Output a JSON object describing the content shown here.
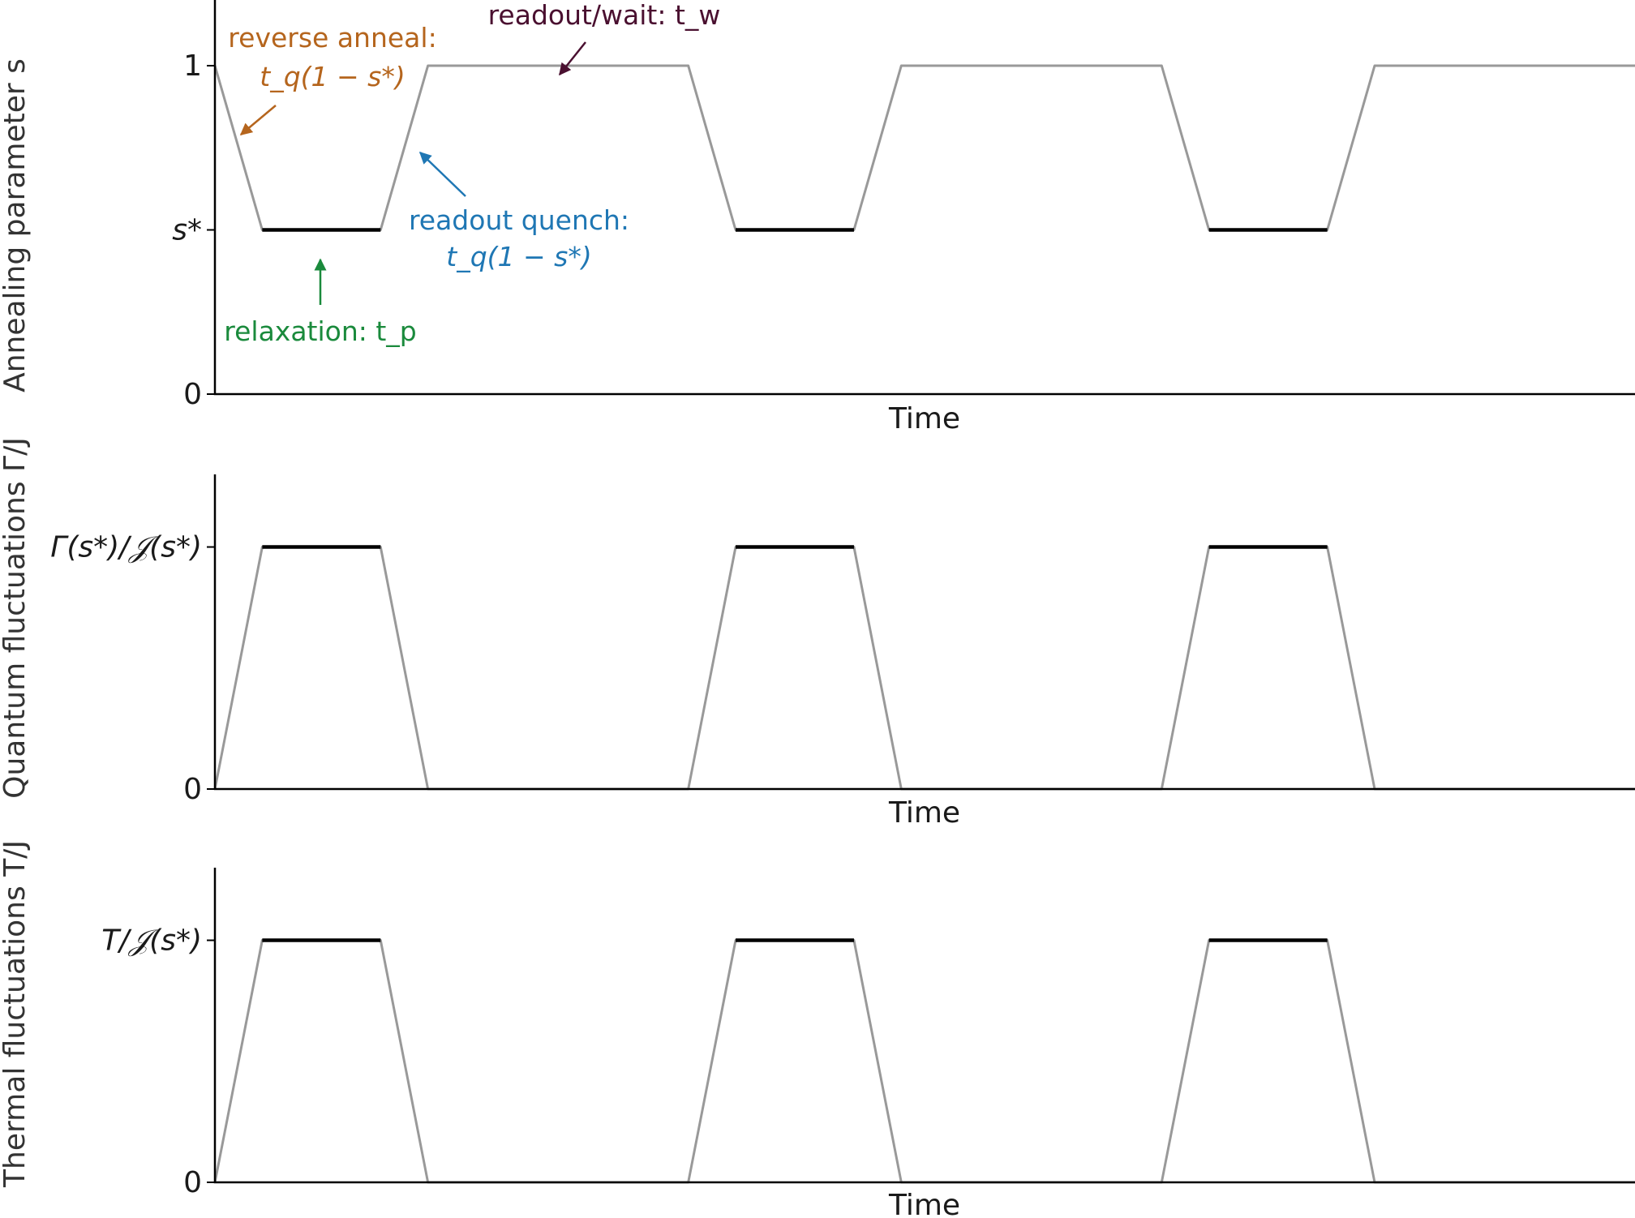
{
  "colors": {
    "ramp": "#999999",
    "hold": "#000000",
    "axis": "#000000",
    "reverse_anneal": "#b5651d",
    "readout_wait": "#4a1030",
    "readout_quench": "#1f77b4",
    "relaxation": "#1a8a3c"
  },
  "chart_data": [
    {
      "type": "line",
      "ylabel": "Annealing parameter s",
      "xlabel": "Time",
      "ylim": [
        0,
        1.2
      ],
      "xlim": [
        0,
        30
      ],
      "yticks": [
        {
          "value": 0,
          "label": "0"
        },
        {
          "value": 0.5,
          "label": "s*"
        },
        {
          "value": 1,
          "label": "1"
        }
      ],
      "ramp_segments": [
        {
          "x": [
            0,
            1,
            3.5,
            4.5,
            10,
            11,
            13.5,
            14.5,
            20,
            21,
            23.5,
            24.5,
            30
          ],
          "y": [
            1,
            0.5,
            0.5,
            1,
            1,
            0.5,
            0.5,
            1,
            1,
            0.5,
            0.5,
            1,
            1
          ]
        }
      ],
      "hold_segments": [
        {
          "x": [
            1,
            3.5
          ],
          "y": [
            0.5,
            0.5
          ]
        },
        {
          "x": [
            11,
            13.5
          ],
          "y": [
            0.5,
            0.5
          ]
        },
        {
          "x": [
            21,
            23.5
          ],
          "y": [
            0.5,
            0.5
          ]
        }
      ],
      "annotations": [
        {
          "id": "reverse-anneal",
          "color_key": "reverse_anneal",
          "lines": [
            "reverse anneal:",
            "t_q(1 − s*)"
          ]
        },
        {
          "id": "readout-wait",
          "color_key": "readout_wait",
          "lines": [
            "readout/wait: t_w"
          ]
        },
        {
          "id": "readout-quench",
          "color_key": "readout_quench",
          "lines": [
            "readout quench:",
            "t_q(1 − s*)"
          ]
        },
        {
          "id": "relaxation",
          "color_key": "relaxation",
          "lines": [
            "relaxation: t_p"
          ]
        }
      ]
    },
    {
      "type": "line",
      "ylabel": "Quantum fluctuations Γ/J",
      "xlabel": "Time",
      "ylim": [
        0,
        1.3
      ],
      "xlim": [
        0,
        30
      ],
      "yticks": [
        {
          "value": 0,
          "label": "0"
        },
        {
          "value": 1,
          "label": "Γ(s*)/𝒥(s*)"
        }
      ],
      "ramp_segments": [
        {
          "x": [
            0,
            1,
            3.5,
            4.5,
            10,
            11,
            13.5,
            14.5,
            20,
            21,
            23.5,
            24.5,
            30
          ],
          "y": [
            0,
            1,
            1,
            0,
            0,
            1,
            1,
            0,
            0,
            1,
            1,
            0,
            0
          ]
        }
      ],
      "hold_segments": [
        {
          "x": [
            1,
            3.5
          ],
          "y": [
            1,
            1
          ]
        },
        {
          "x": [
            11,
            13.5
          ],
          "y": [
            1,
            1
          ]
        },
        {
          "x": [
            21,
            23.5
          ],
          "y": [
            1,
            1
          ]
        }
      ]
    },
    {
      "type": "line",
      "ylabel": "Thermal fluctuations T/J",
      "xlabel": "Time",
      "ylim": [
        0,
        1.3
      ],
      "xlim": [
        0,
        30
      ],
      "yticks": [
        {
          "value": 0,
          "label": "0"
        },
        {
          "value": 1,
          "label": "T/𝒥(s*)"
        }
      ],
      "ramp_segments": [
        {
          "x": [
            0,
            1,
            3.5,
            4.5,
            10,
            11,
            13.5,
            14.5,
            20,
            21,
            23.5,
            24.5,
            30
          ],
          "y": [
            0,
            1,
            1,
            0,
            0,
            1,
            1,
            0,
            0,
            1,
            1,
            0,
            0
          ]
        }
      ],
      "hold_segments": [
        {
          "x": [
            1,
            3.5
          ],
          "y": [
            1,
            1
          ]
        },
        {
          "x": [
            11,
            13.5
          ],
          "y": [
            1,
            1
          ]
        },
        {
          "x": [
            21,
            23.5
          ],
          "y": [
            1,
            1
          ]
        }
      ]
    }
  ]
}
